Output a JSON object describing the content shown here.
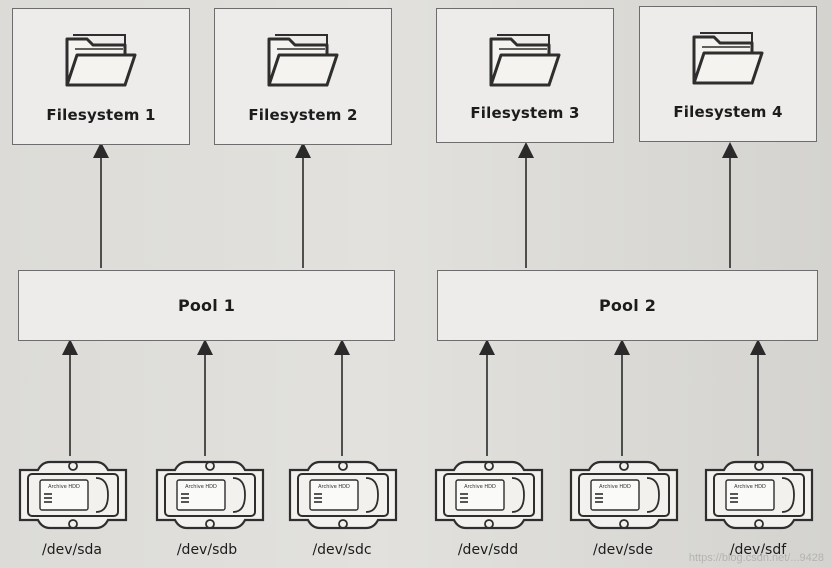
{
  "filesystems": [
    {
      "label": "Filesystem 1"
    },
    {
      "label": "Filesystem 2"
    },
    {
      "label": "Filesystem 3"
    },
    {
      "label": "Filesystem 4"
    }
  ],
  "pools": [
    {
      "label": "Pool 1"
    },
    {
      "label": "Pool 2"
    }
  ],
  "disks": [
    {
      "device": "/dev/sda",
      "chip_label": "Archive HDD"
    },
    {
      "device": "/dev/sdb",
      "chip_label": "Archive HDD"
    },
    {
      "device": "/dev/sdc",
      "chip_label": "Archive HDD"
    },
    {
      "device": "/dev/sdd",
      "chip_label": "Archive HDD"
    },
    {
      "device": "/dev/sde",
      "chip_label": "Archive HDD"
    },
    {
      "device": "/dev/sdf",
      "chip_label": "Archive HDD"
    }
  ],
  "watermark": "https://blog.csdn.net/...9428",
  "colors": {
    "line": "#2a2a2a",
    "box_border": "#6d6d6d",
    "icon": "#2e2e2e"
  },
  "icons": {
    "filesystem": "folder-icon",
    "disk": "hard-disk-icon"
  }
}
